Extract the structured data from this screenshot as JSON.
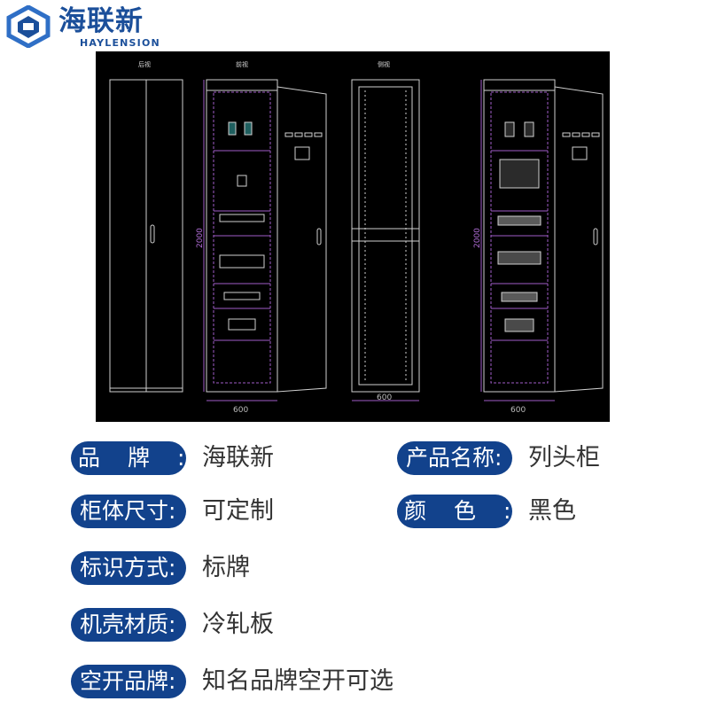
{
  "brand": {
    "cn": "海联新",
    "en": "HAYLENSION"
  },
  "drawing": {
    "views": [
      "后视",
      "前视",
      "侧视"
    ],
    "width_dims": [
      "600",
      "600",
      "600"
    ],
    "height_dims": [
      "2000",
      "2000"
    ]
  },
  "specs": [
    {
      "label": "品牌:",
      "value": "海联新"
    },
    {
      "label": "产品名称:",
      "value": "列头柜"
    },
    {
      "label": "柜体尺寸:",
      "value": "可定制"
    },
    {
      "label": "颜色:",
      "value": "黑色"
    },
    {
      "label": "标识方式:",
      "value": "标牌"
    },
    {
      "label": "机壳材质:",
      "value": "冷轧板"
    },
    {
      "label": "空开品牌:",
      "value": "知名品牌空开可选"
    }
  ]
}
